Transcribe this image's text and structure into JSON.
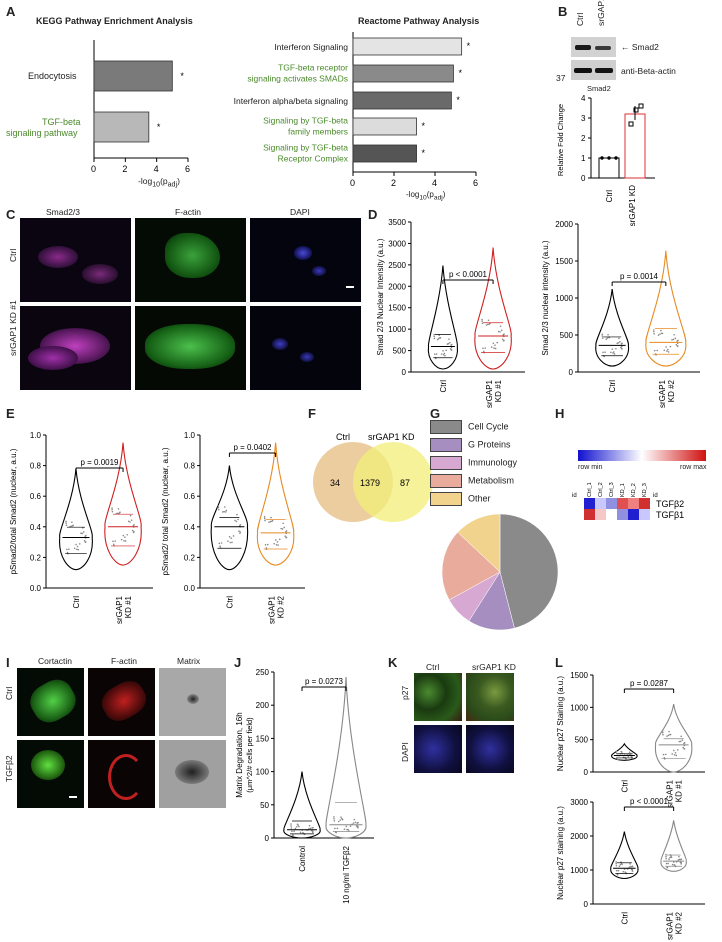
{
  "panels": {
    "A": "A",
    "B": "B",
    "C": "C",
    "D": "D",
    "E": "E",
    "F": "F",
    "G": "G",
    "H": "H",
    "I": "I",
    "J": "J",
    "K": "K",
    "L": "L"
  },
  "kegg": {
    "title": "KEGG Pathway Enrichment Analysis",
    "xlabel": "-log10(padj)",
    "ticks": [
      "0",
      "2",
      "4",
      "6"
    ],
    "bars": [
      {
        "label": "Endocytosis",
        "value": 5.0,
        "color": "#7a7a7a",
        "green": false
      },
      {
        "label": "TGF-beta signaling pathway",
        "label_lines": [
          "TGF-beta",
          "signaling pathway"
        ],
        "value": 3.5,
        "color": "#b8b8b8",
        "green": true
      }
    ],
    "star": "*"
  },
  "reactome": {
    "title": "Reactome Pathway Analysis",
    "xlabel": "-log10(padj)",
    "ticks": [
      "0",
      "2",
      "4",
      "6"
    ],
    "bars": [
      {
        "label_lines": [
          "Interferon Signaling"
        ],
        "value": 5.3,
        "color": "#e4e4e4",
        "green": false
      },
      {
        "label_lines": [
          "TGF-beta receptor",
          "signaling activates SMADs"
        ],
        "value": 4.9,
        "color": "#8a8a8a",
        "green": true
      },
      {
        "label_lines": [
          "Interferon alpha/beta signaling"
        ],
        "value": 4.8,
        "color": "#6a6a6a",
        "green": false
      },
      {
        "label_lines": [
          "Signaling by TGF-beta",
          "family members"
        ],
        "value": 3.1,
        "color": "#dcdcdc",
        "green": true
      },
      {
        "label_lines": [
          "Signaling by TGF-beta",
          "Receptor Complex"
        ],
        "value": 3.1,
        "color": "#555555",
        "green": true
      }
    ],
    "star": "*"
  },
  "panelB": {
    "lanes": [
      "Ctrl",
      "srGAP1 KD"
    ],
    "band1": "Smad2",
    "band2": "anti-Beta-actin",
    "mw": "37",
    "subtitle": "Smad2",
    "ylabel": "Relative Fold Change",
    "yticks": [
      "0",
      "1",
      "2",
      "3",
      "4"
    ],
    "cats": [
      "Ctrl",
      "srGAP1 KD"
    ]
  },
  "panelC": {
    "cols": [
      "Smad2/3",
      "F-actin",
      "DAPI"
    ],
    "rows": [
      "Ctrl",
      "srGAP1 KD #1"
    ]
  },
  "panelD": {
    "left": {
      "ylabel": "Smad 2/3 Nuclear Intensity (a.u.)",
      "yticks": [
        "0",
        "500",
        "1000",
        "1500",
        "2000",
        "2500",
        "3000",
        "3500"
      ],
      "p": "p < 0.0001",
      "cats": [
        "Ctrl",
        "srGAP1 KD #1"
      ]
    },
    "right": {
      "ylabel": "Smad 2/3 nuclear intensity (a.u.)",
      "yticks": [
        "0",
        "500",
        "1000",
        "1500",
        "2000"
      ],
      "p": "p = 0.0014",
      "cats": [
        "Ctrl",
        "srGAP1 KD #2"
      ]
    }
  },
  "panelE": {
    "left": {
      "ylabel": "pSmad2/total Smad2 (nuclear, a.u.)",
      "yticks": [
        "0.0",
        "0.2",
        "0.4",
        "0.6",
        "0.8",
        "1.0"
      ],
      "p": "p = 0.0019",
      "cats": [
        "Ctrl",
        "srGAP1 KD #1"
      ]
    },
    "right": {
      "ylabel": "pSmad2/ total Smad2 (nuclear, a.u.)",
      "yticks": [
        "0.0",
        "0.2",
        "0.4",
        "0.6",
        "0.8",
        "1.0"
      ],
      "p": "p = 0.0402",
      "cats": [
        "Ctrl",
        "srGAP1 KD #2"
      ]
    }
  },
  "panelF": {
    "left_label": "Ctrl",
    "right_label": "srGAP1 KD",
    "left_only": "34",
    "overlap": "1379",
    "right_only": "87"
  },
  "panelG": {
    "legend": [
      {
        "label": "Cell Cycle",
        "color": "#8a8a8a"
      },
      {
        "label": "G Proteins",
        "color": "#a68fc0"
      },
      {
        "label": "Immunology",
        "color": "#d7a8d2"
      },
      {
        "label": "Metabolism",
        "color": "#e8ab9c"
      },
      {
        "label": "Other",
        "color": "#f1d38e"
      }
    ],
    "slices": [
      {
        "label": "Cell Cycle",
        "share": 0.46,
        "color": "#8a8a8a"
      },
      {
        "label": "G Proteins",
        "share": 0.13,
        "color": "#a68fc0"
      },
      {
        "label": "Immunology",
        "share": 0.08,
        "color": "#d7a8d2"
      },
      {
        "label": "Metabolism",
        "share": 0.2,
        "color": "#e8ab9c"
      },
      {
        "label": "Other",
        "share": 0.13,
        "color": "#f1d38e"
      }
    ]
  },
  "panelH": {
    "min_label": "row min",
    "max_label": "row max",
    "id_header": "id",
    "cols": [
      "Ctrl_1",
      "Ctrl_2",
      "Ctrl_3",
      "KD_1",
      "KD_2",
      "KD_3"
    ],
    "rows": [
      {
        "id": "TGFβ2",
        "cells": [
          "#2020d0",
          "#c8c8ff",
          "#9090e0",
          "#e05050",
          "#f08080",
          "#d03030"
        ]
      },
      {
        "id": "TGFβ1",
        "cells": [
          "#d03030",
          "#f4c8c8",
          "#ffffff",
          "#9090e0",
          "#2020d0",
          "#c8c8ff"
        ]
      }
    ]
  },
  "panelI": {
    "cols": [
      "Cortactin",
      "F-actin",
      "Matrix"
    ],
    "rows": [
      "Ctrl",
      "TGFβ2"
    ]
  },
  "panelJ": {
    "ylabel": "Matrix Degradation, 16h",
    "ylabel2": "(μm^2/# cells per field)",
    "yticks": [
      "0",
      "50",
      "100",
      "150",
      "200",
      "250"
    ],
    "p": "p = 0.0273",
    "cats": [
      "Control",
      "10 ng/ml TGFβ2"
    ]
  },
  "panelK": {
    "cols": [
      "Ctrl",
      "srGAP1 KD"
    ],
    "rows": [
      "p27",
      "DAPI"
    ]
  },
  "panelL": {
    "top": {
      "ylabel": "Nuclear p27 Staining (a.u.)",
      "yticks": [
        "0",
        "500",
        "1000",
        "1500"
      ],
      "p": "p = 0.0287",
      "cats": [
        "Ctrl",
        "srGAP1 KD #1"
      ]
    },
    "bottom": {
      "ylabel": "Nuclear p27 staining (a.u.)",
      "yticks": [
        "0",
        "1000",
        "2000",
        "3000"
      ],
      "p": "p < 0.0001",
      "cats": [
        "Ctrl",
        "srGAP1 KD #2"
      ]
    }
  }
}
